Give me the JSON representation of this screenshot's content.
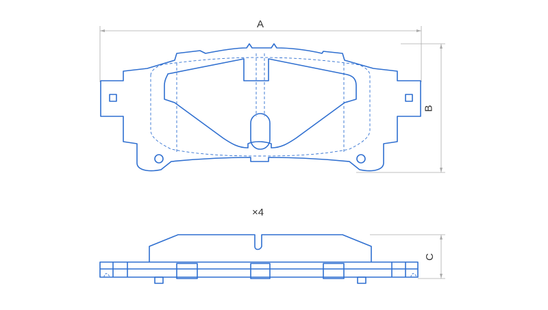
{
  "labels": {
    "dim_a": "A",
    "dim_b": "B",
    "dim_c": "C",
    "quantity": "×4"
  },
  "colors": {
    "outline": "#2f6fd0",
    "dimension": "#aaaaaa",
    "text": "#333333",
    "background": "#ffffff"
  }
}
